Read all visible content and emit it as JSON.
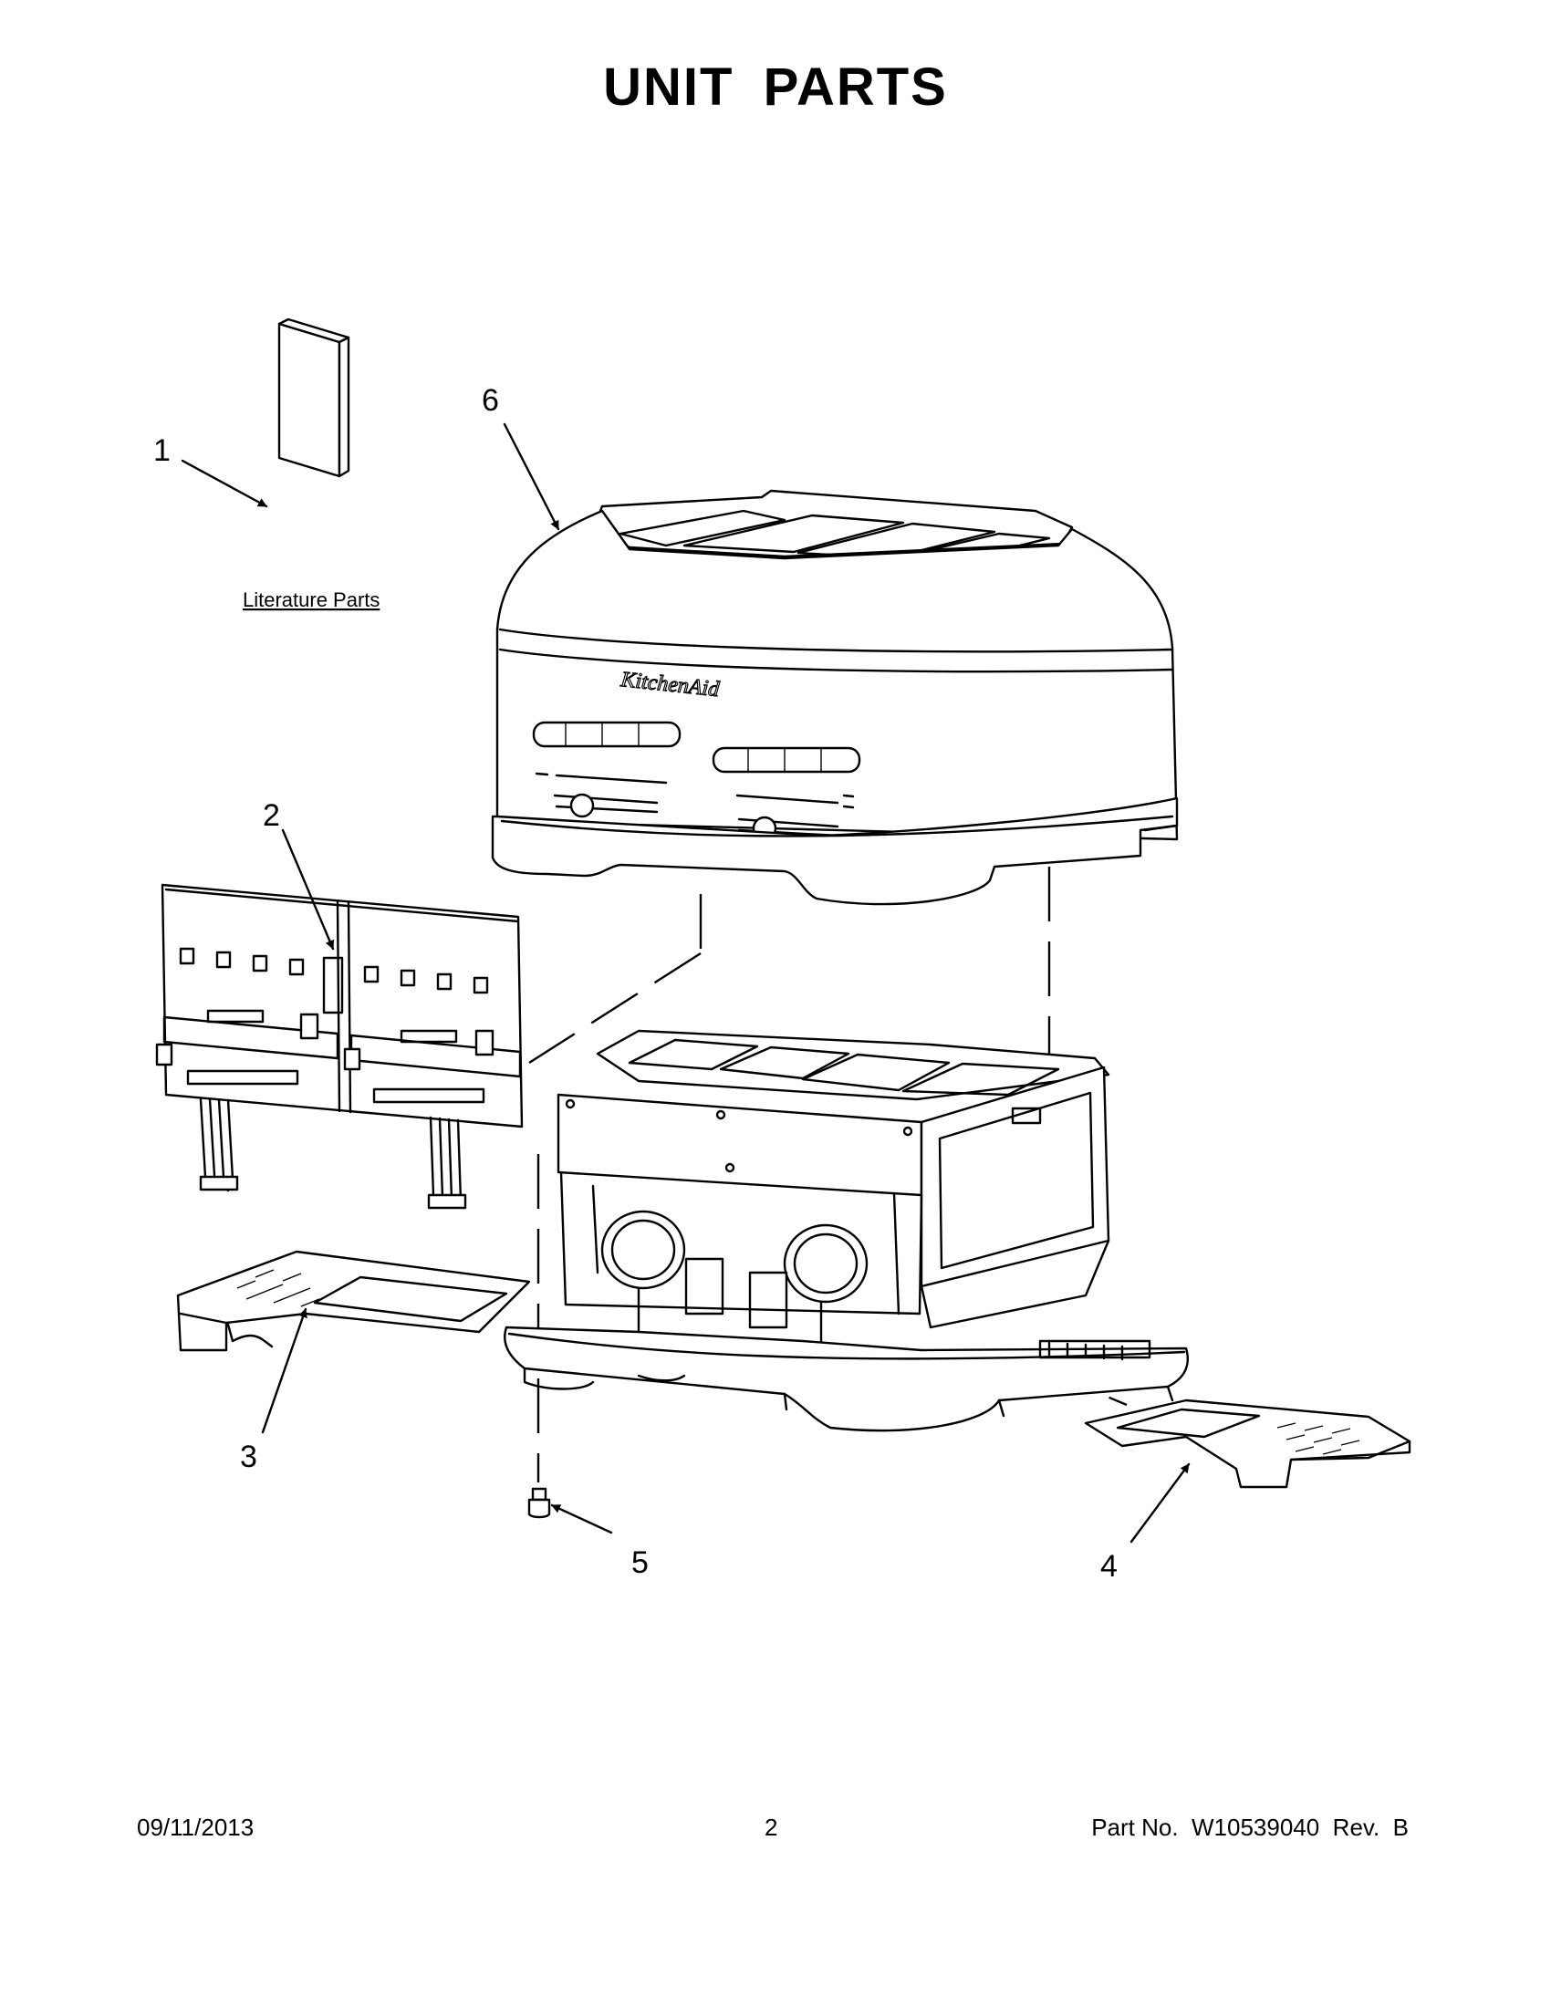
{
  "title": "UNIT PARTS",
  "literature_label": "Literature Parts",
  "brand_text": "KitchenAid",
  "callouts": {
    "c1": "1",
    "c2": "2",
    "c3": "3",
    "c4": "4",
    "c5": "5",
    "c6": "6"
  },
  "footer": {
    "date": "09/11/2013",
    "page": "2",
    "part": "Part No.  W10539040  Rev.  B"
  }
}
